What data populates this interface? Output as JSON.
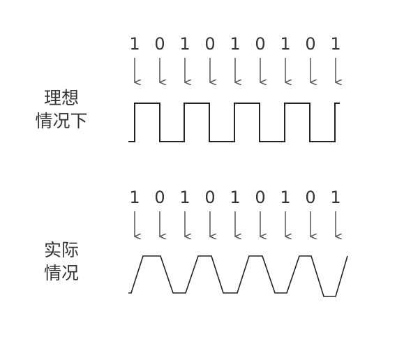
{
  "labels": {
    "ideal": [
      "理想",
      "情况下"
    ],
    "real": [
      "实际",
      "情况"
    ]
  },
  "bits": [
    "1",
    "0",
    "1",
    "0",
    "1",
    "0",
    "1",
    "0",
    "1"
  ],
  "colors": {
    "text": "#333333",
    "arrow": "#555555",
    "waveform": "#222222"
  }
}
